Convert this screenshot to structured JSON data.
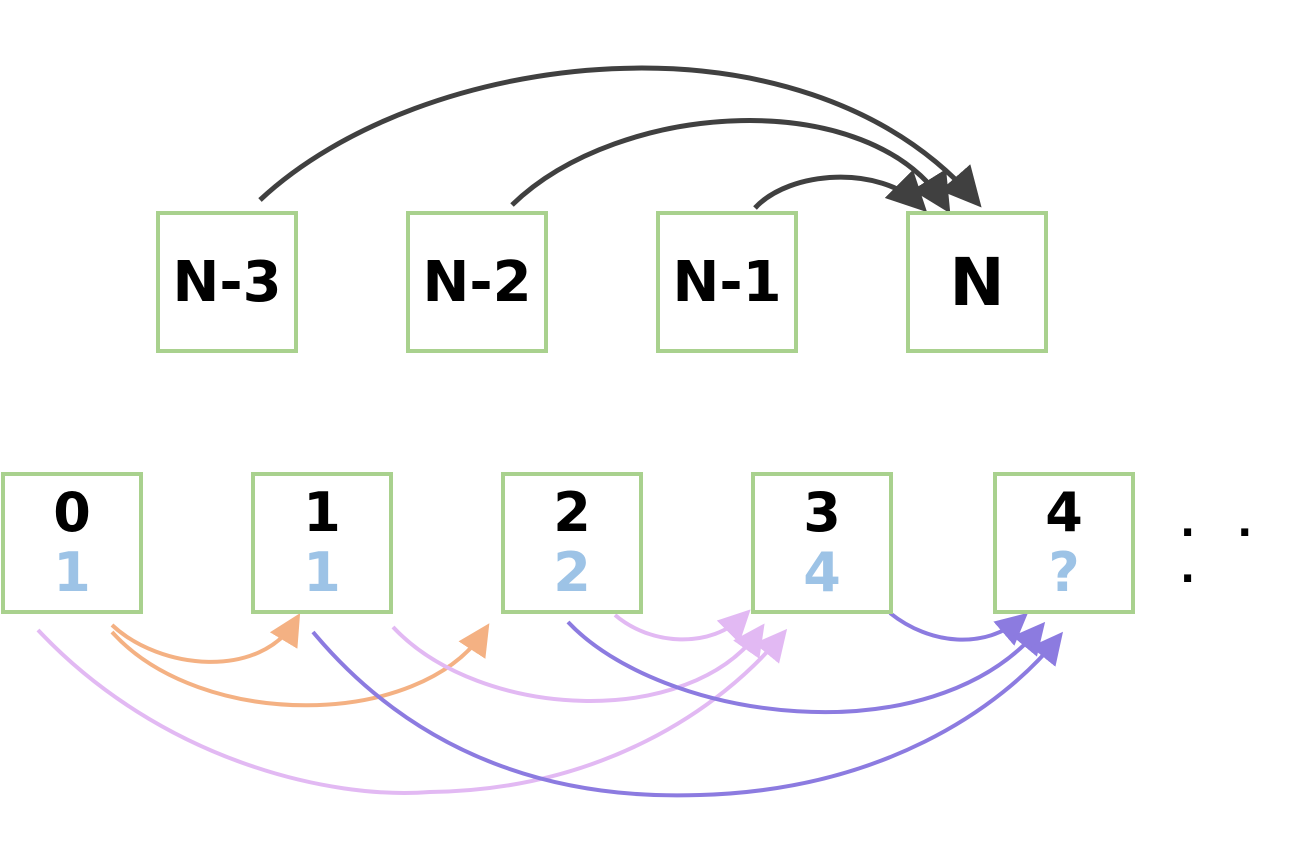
{
  "top_row": {
    "boxes": [
      "N-3",
      "N-2",
      "N-1",
      "N"
    ]
  },
  "bottom_row": {
    "boxes": [
      {
        "index": "0",
        "value": "1"
      },
      {
        "index": "1",
        "value": "1"
      },
      {
        "index": "2",
        "value": "2"
      },
      {
        "index": "3",
        "value": "4"
      },
      {
        "index": "4",
        "value": "?"
      }
    ],
    "ellipsis": "· · ·"
  },
  "colors": {
    "box_border": "#a9d18e",
    "value_text": "#9dc3e6",
    "arrow_top": "#404040",
    "arrow_orange": "#f4b183",
    "arrow_light_purple": "#e2b9f3",
    "arrow_purple": "#8c7be0"
  }
}
